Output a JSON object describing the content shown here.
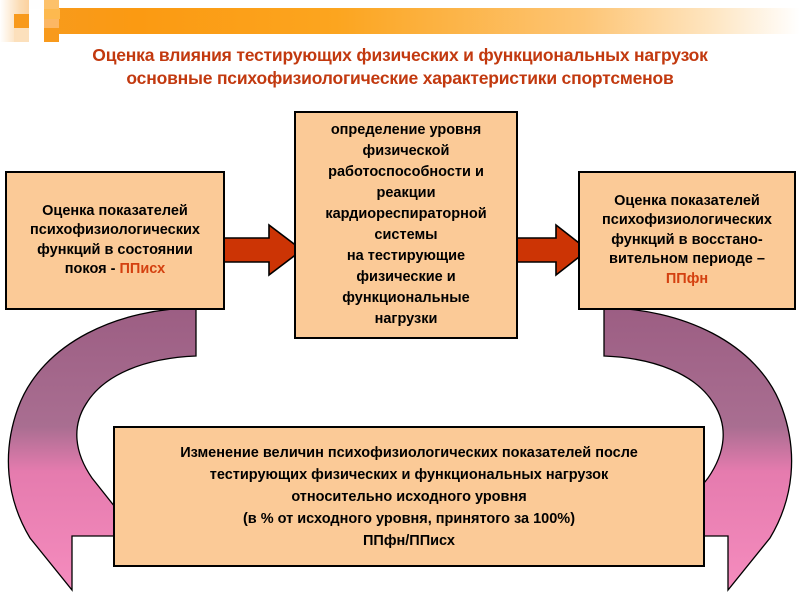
{
  "slide": {
    "background_color": "#FFFFFF",
    "accent_color": "#F79B1E",
    "title": {
      "line1": "Оценка влияния тестирующих физических и функциональных нагрузок",
      "line2": "основные психофизиологические характеристики  спортсменов",
      "color": "#C2390F"
    }
  },
  "diagram": {
    "type": "process-flow",
    "box_fill": "#FBCA97",
    "box_border": "#000000",
    "straight_arrow_color": "#CC3405",
    "curved_arrow_top_color": "#A5688C",
    "curved_arrow_bottom_color": "#F587BB",
    "highlight_color": "#D4400F",
    "boxes": [
      {
        "id": "rest",
        "lines": [
          "Оценка показателей",
          "психофизиологических",
          "функций в состоянии",
          "покоя - "
        ],
        "highlight": "ППисх"
      },
      {
        "id": "test",
        "lines": [
          "определение уровня",
          "физической",
          "работоспособности и",
          "реакции",
          "кардиореспираторной",
          "системы",
          "на тестирующие",
          "физические и",
          "функциональные",
          "нагрузки"
        ],
        "highlight": ""
      },
      {
        "id": "recovery",
        "lines": [
          "Оценка показателей",
          "психофизиологических",
          "функций в восстано-",
          "вительном периоде – "
        ],
        "highlight": "ППфн"
      },
      {
        "id": "change",
        "lines": [
          "Изменение величин психофизиологических показателей после",
          "тестирующих физических и функциональных нагрузок",
          "относительно исходного уровня",
          "(в % от исходного уровня, принятого за 100%)",
          "ППфн/ППисх"
        ],
        "highlight": ""
      }
    ],
    "connectors": [
      {
        "id": "rest-to-test",
        "kind": "straight-arrow-right",
        "color": "#CC3405"
      },
      {
        "id": "test-to-recovery",
        "kind": "straight-arrow-right",
        "color": "#CC3405"
      },
      {
        "id": "rest-to-change",
        "kind": "curved-arrow-down-right",
        "color_start": "#A5688C",
        "color_end": "#F587BB"
      },
      {
        "id": "recovery-to-change",
        "kind": "curved-arrow-down-left",
        "color_start": "#A5688C",
        "color_end": "#F587BB"
      }
    ]
  }
}
